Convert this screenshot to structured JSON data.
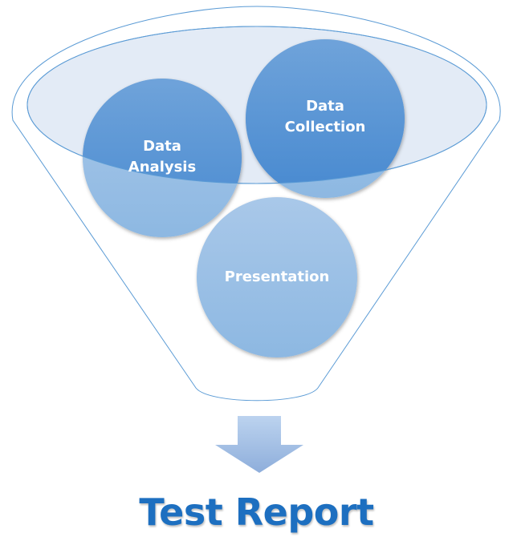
{
  "diagram": {
    "type": "funnel",
    "stages": [
      {
        "id": "data-analysis",
        "label_line1": "Data",
        "label_line2": "Analysis"
      },
      {
        "id": "data-collection",
        "label_line1": "Data",
        "label_line2": "Collection"
      },
      {
        "id": "presentation",
        "label": "Presentation"
      }
    ],
    "output": {
      "label": "Test Report"
    },
    "colors": {
      "funnel_outline": "#5b9bd5",
      "funnel_top_fill": "#e3ebf6",
      "circle_dark": "#4a8fd6",
      "circle_light": "#9bc0e6",
      "arrow": "#a8c4e8",
      "title": "#1d6fc0"
    }
  }
}
